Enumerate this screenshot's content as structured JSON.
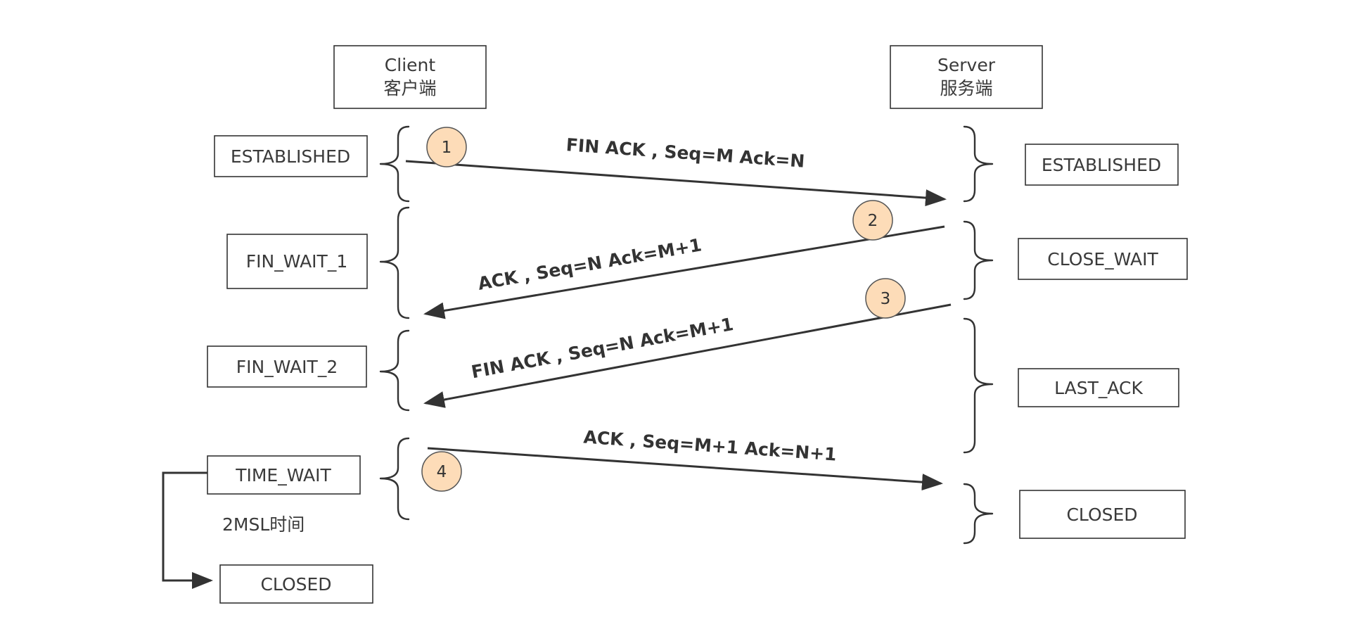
{
  "client": {
    "name": "Client",
    "name_cn": "客户端"
  },
  "server": {
    "name": "Server",
    "name_cn": "服务端"
  },
  "client_states": {
    "established": "ESTABLISHED",
    "fin_wait_1": "FIN_WAIT_1",
    "fin_wait_2": "FIN_WAIT_2",
    "time_wait": "TIME_WAIT",
    "closed": "CLOSED"
  },
  "server_states": {
    "established": "ESTABLISHED",
    "close_wait": "CLOSE_WAIT",
    "last_ack": "LAST_ACK",
    "closed": "CLOSED"
  },
  "messages": [
    {
      "step": "1",
      "label": "FIN ACK , Seq=M Ack=N"
    },
    {
      "step": "2",
      "label": "ACK , Seq=N Ack=M+1"
    },
    {
      "step": "3",
      "label": "FIN ACK , Seq=N Ack=M+1"
    },
    {
      "step": "4",
      "label": "ACK , Seq=M+1 Ack=N+1"
    }
  ],
  "time_wait_note": "2MSL时间"
}
